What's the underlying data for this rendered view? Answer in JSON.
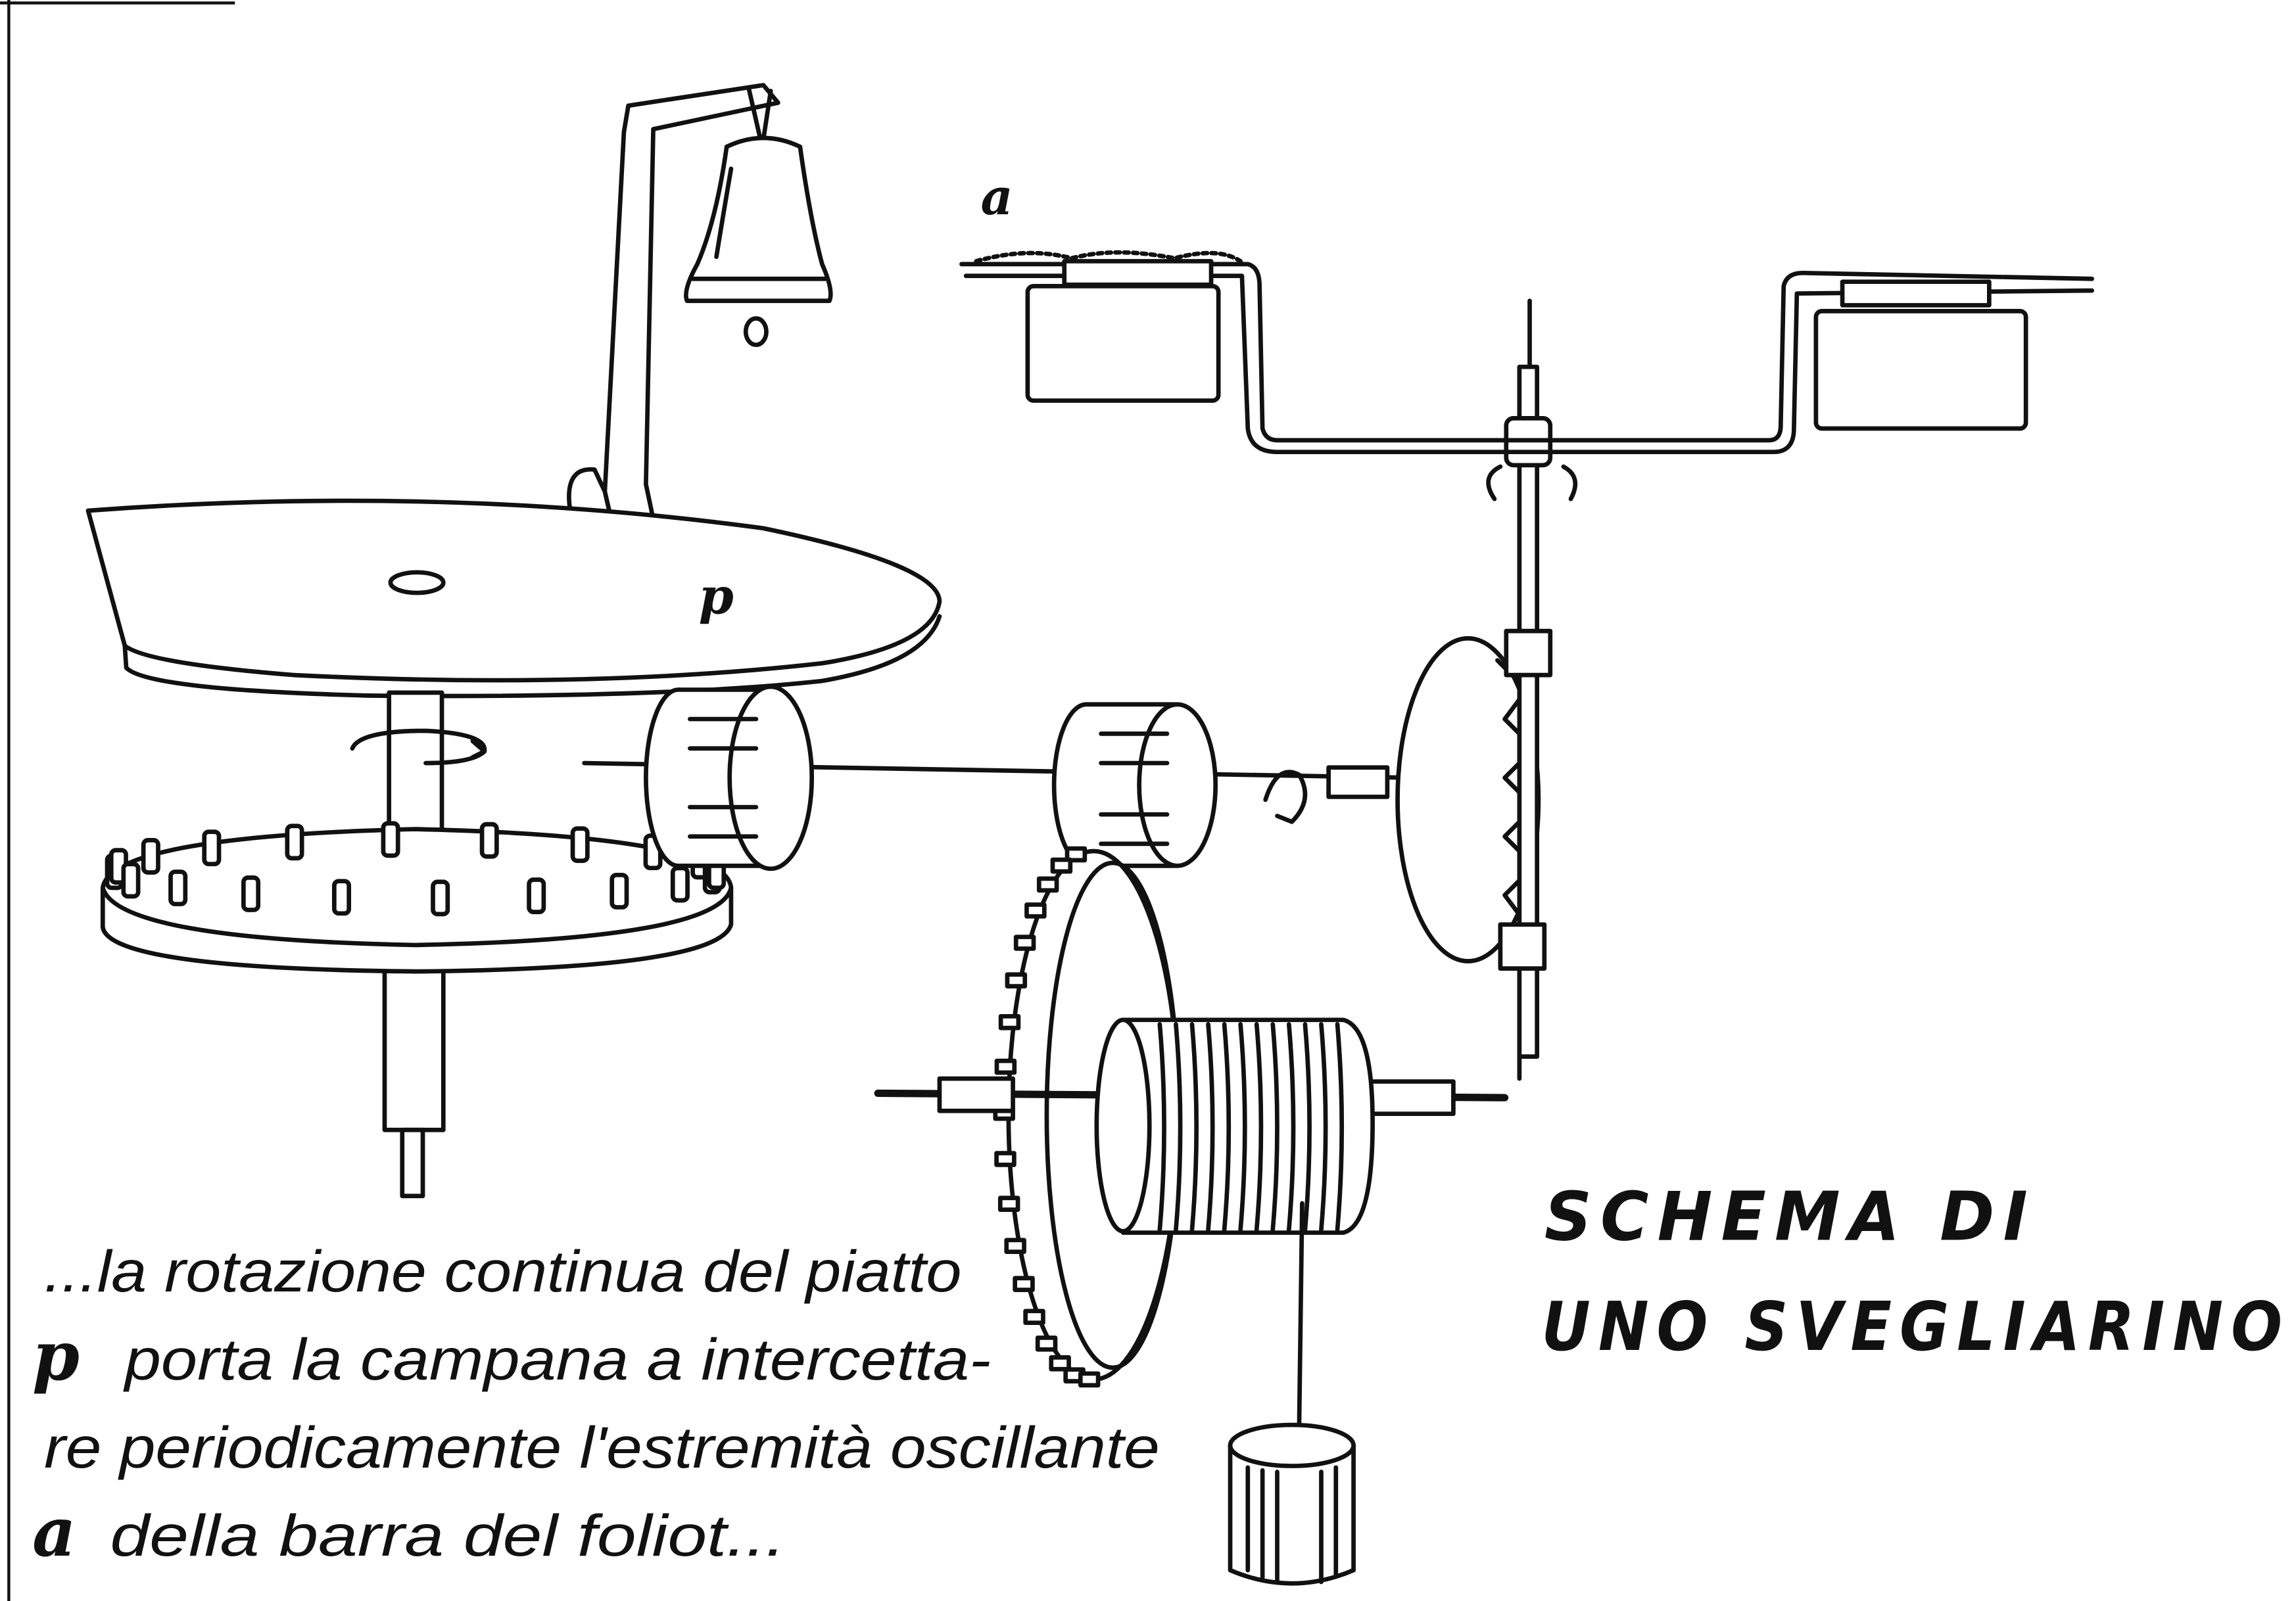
{
  "labels": {
    "foliot_end": "a",
    "platter": "p"
  },
  "title": {
    "line1": "SCHEMA DI",
    "line2": "UNO SVEGLIARINO"
  },
  "caption": {
    "line1": "...la rotazione continua del piatto",
    "line2_marker": "p",
    "line2": "porta la campana a intercetta-",
    "line3": "re periodicamente l'estremità oscillante",
    "line4_marker": "a",
    "line4": "della barra del foliot..."
  }
}
